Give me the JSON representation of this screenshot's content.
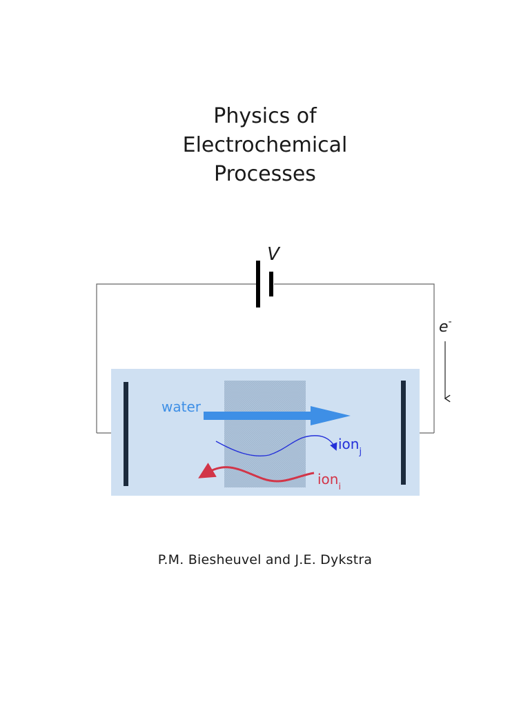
{
  "cover": {
    "title_lines": [
      "Physics of",
      "Electrochemical",
      "Processes"
    ],
    "authors": "P.M. Biesheuvel and J.E. Dykstra"
  },
  "figure": {
    "voltage_label": "V",
    "electron_label": "e",
    "electron_sup": "-",
    "water_label": "water",
    "ion_j_label": "ion",
    "ion_j_sub": "j",
    "ion_i_label": "ion",
    "ion_i_sub": "i"
  },
  "colors": {
    "cell_fill": "#cfe0f2",
    "membrane_fill": "#a9bfd8",
    "electrode": "#1c2b3d",
    "wire": "#666666",
    "water_arrow": "#3e8fe6",
    "ion_j": "#2430d9",
    "ion_i": "#d23548",
    "text": "#1a1a1a"
  }
}
